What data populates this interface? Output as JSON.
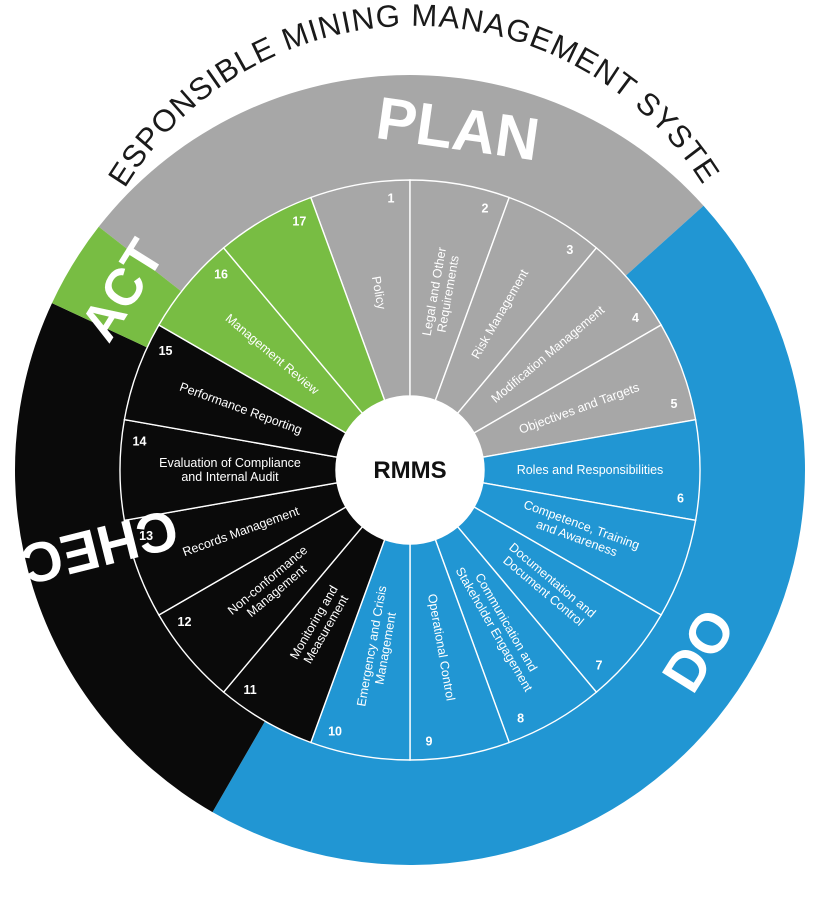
{
  "title": "RESPONSIBLE MINING MANAGEMENT SYSTEM",
  "center": "RMMS",
  "colors": {
    "plan": "#a7a7a7",
    "do": "#2196d3",
    "check": "#0a0a0a",
    "act": "#78bd43",
    "divider": "#ffffff",
    "title": "#1a1a1a"
  },
  "phases": [
    {
      "id": "plan",
      "label": "PLAN"
    },
    {
      "id": "do",
      "label": "DO"
    },
    {
      "id": "check",
      "label": "CHECK"
    },
    {
      "id": "act",
      "label": "ACT"
    }
  ],
  "segments": [
    {
      "num": "1",
      "lines": [
        "Policy"
      ],
      "phase": "plan"
    },
    {
      "num": "2",
      "lines": [
        "Legal and Other",
        "Requirements"
      ],
      "phase": "plan"
    },
    {
      "num": "3",
      "lines": [
        "Risk Management"
      ],
      "phase": "plan"
    },
    {
      "num": "4",
      "lines": [
        "Modification Management"
      ],
      "phase": "plan"
    },
    {
      "num": "5",
      "lines": [
        "Objectives and Targets"
      ],
      "phase": "plan"
    },
    {
      "num": "6",
      "lines": [
        "Roles and Responsibilities"
      ],
      "phase": "do"
    },
    {
      "num": "",
      "lines": [
        "Competence, Training",
        "and Awareness"
      ],
      "phase": "do"
    },
    {
      "num": "7",
      "lines": [
        "Documentation and",
        "Document Control"
      ],
      "phase": "do"
    },
    {
      "num": "8",
      "lines": [
        "Communication and",
        "Stakeholder Engagement"
      ],
      "phase": "do"
    },
    {
      "num": "9",
      "lines": [
        "Operational Control"
      ],
      "phase": "do"
    },
    {
      "num": "10",
      "lines": [
        "Emergency and Crisis",
        "Management"
      ],
      "phase": "do"
    },
    {
      "num": "11",
      "lines": [
        "Monitoring and",
        "Measurement"
      ],
      "phase": "check"
    },
    {
      "num": "12",
      "lines": [
        "Non-conformance",
        "Management"
      ],
      "phase": "check"
    },
    {
      "num": "13",
      "lines": [
        "Records Management"
      ],
      "phase": "check"
    },
    {
      "num": "14",
      "lines": [
        "Evaluation of Compliance",
        "and Internal Audit"
      ],
      "phase": "check"
    },
    {
      "num": "15",
      "lines": [
        "Performance Reporting"
      ],
      "phase": "check"
    },
    {
      "num": "16",
      "lines": [
        "Management Review"
      ],
      "phase": "act"
    },
    {
      "num": "17",
      "lines": [],
      "phase": "act"
    }
  ]
}
